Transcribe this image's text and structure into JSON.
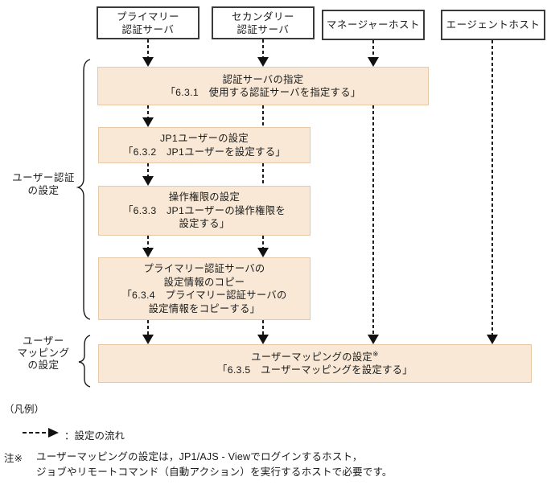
{
  "colors": {
    "step_fill": "#F8E8D5",
    "step_border": "#E6C8A6",
    "host_border": "#3A3A3A",
    "flow_color": "#1A1A1A"
  },
  "hosts": [
    {
      "lines": [
        "プライマリー",
        "認証サーバ"
      ]
    },
    {
      "lines": [
        "セカンダリー",
        "認証サーバ"
      ]
    },
    {
      "lines": [
        "マネージャーホスト"
      ]
    },
    {
      "lines": [
        "エージェントホスト"
      ]
    }
  ],
  "groups": [
    {
      "lines": [
        "ユーザー認証",
        "の設定"
      ]
    },
    {
      "lines": [
        "ユーザー",
        "マッピング",
        "の設定"
      ]
    }
  ],
  "steps": [
    {
      "lines": [
        "認証サーバの指定",
        "「6.3.1　使用する認証サーバを指定する」"
      ]
    },
    {
      "lines": [
        "JP1ユーザーの設定",
        "「6.3.2　JP1ユーザーを設定する」"
      ]
    },
    {
      "lines": [
        "操作権限の設定",
        "「6.3.3　JP1ユーザーの操作権限を",
        "設定する」"
      ]
    },
    {
      "lines": [
        "プライマリー認証サーバの",
        "設定情報のコピー",
        "「6.3.4　プライマリー認証サーバの",
        "設定情報をコピーする」"
      ]
    },
    {
      "title": "ユーザーマッピングの設定",
      "marker": "※",
      "subtitle": "「6.3.5　ユーザーマッピングを設定する」"
    }
  ],
  "legend": {
    "heading": "（凡例）",
    "flow_label": "：設定の流れ"
  },
  "note": {
    "marker": "注※",
    "lines": [
      "ユーザーマッピングの設定は，JP1/AJS - Viewでログインするホスト，",
      "ジョブやリモートコマンド（自動アクション）を実行するホストで必要です。"
    ]
  }
}
